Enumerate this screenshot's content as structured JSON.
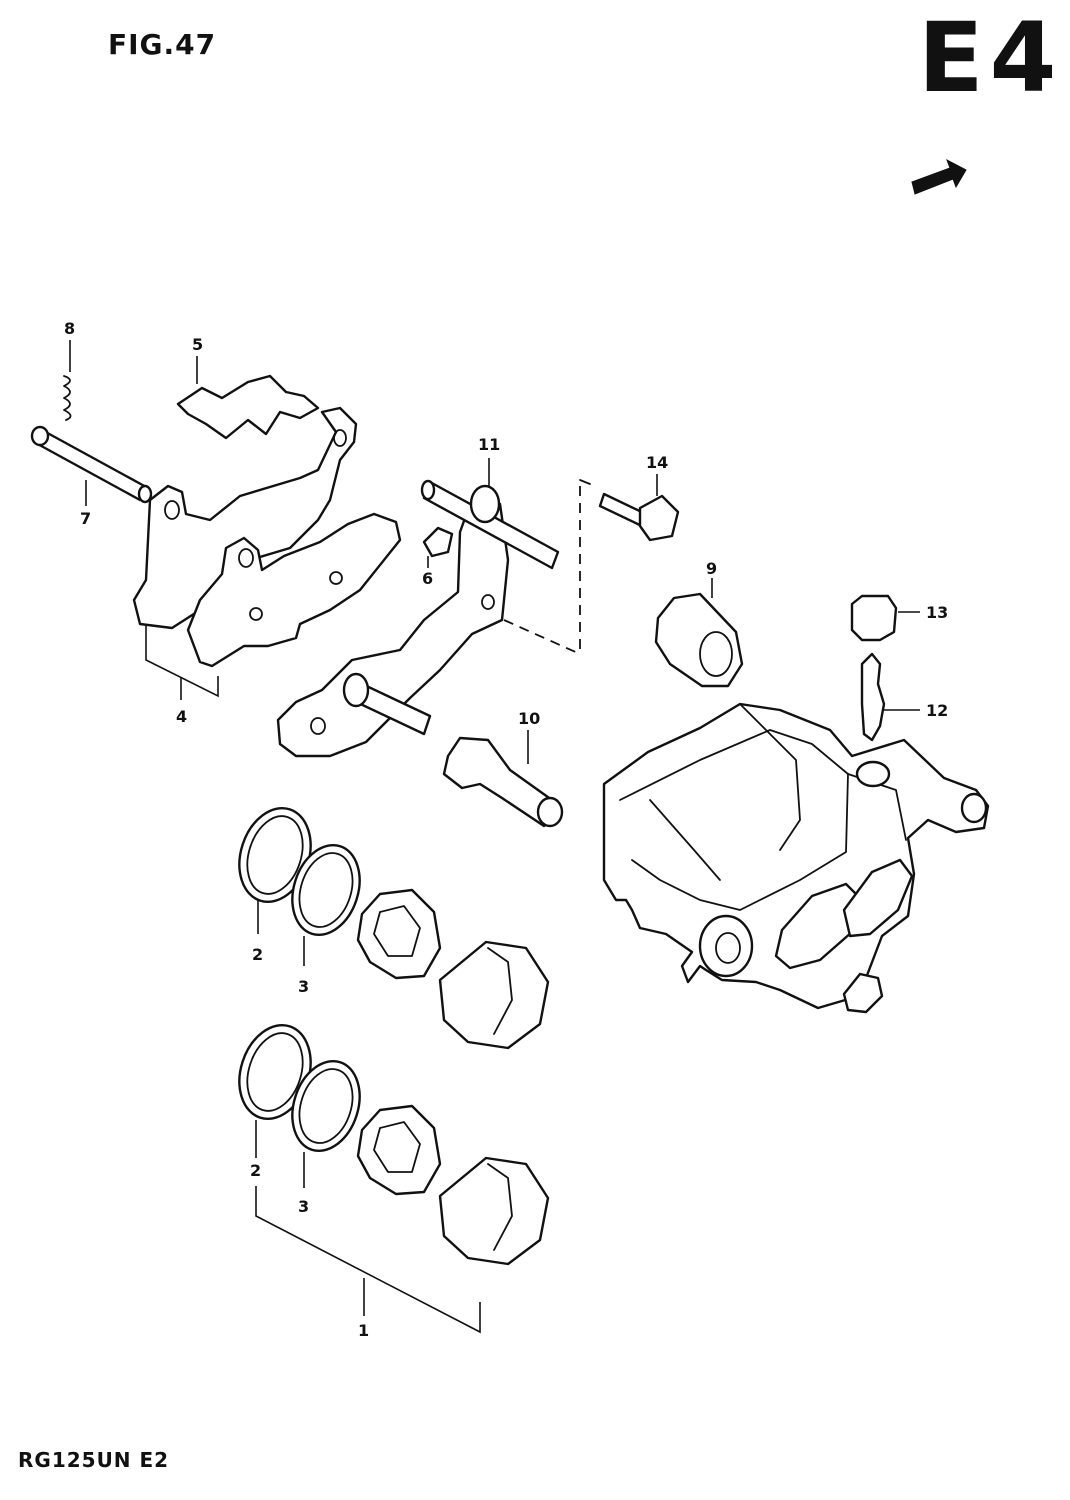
{
  "header": {
    "figure": "FIG.47",
    "region_code": "E4"
  },
  "footer": {
    "model_code": "RG125UN E2"
  },
  "callouts": {
    "c1": "1",
    "c2a": "2",
    "c2b": "2",
    "c3a": "3",
    "c3b": "3",
    "c4": "4",
    "c5": "5",
    "c6": "6",
    "c7": "7",
    "c8": "8",
    "c9": "9",
    "c10": "10",
    "c11": "11",
    "c12": "12",
    "c13": "13",
    "c14": "14"
  },
  "icons": {
    "direction_arrow": "front-arrow-icon"
  }
}
